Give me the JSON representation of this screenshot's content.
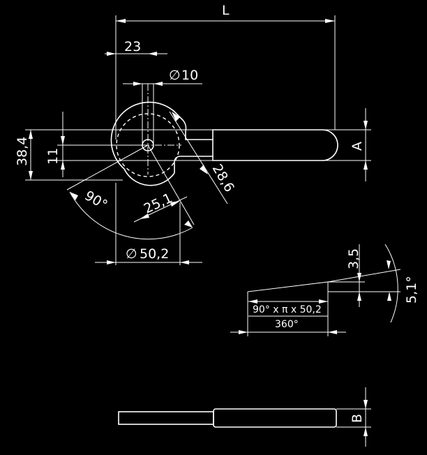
{
  "dimensions": {
    "length_label": "L",
    "offset_23": "23",
    "hole_diameter": "10",
    "height_38_4": "38,4",
    "height_11": "11",
    "radius_28_6": "28,6",
    "angle_90": "90°",
    "length_25_1": "25,1",
    "diameter_50_2": "50,2",
    "thickness_a": "A",
    "thickness_b": "B",
    "rise_3_5": "3,5",
    "angle_5_1": "5,1°"
  },
  "formula": {
    "numerator": "90° x π x 50,2",
    "denominator": "360°"
  },
  "symbols": {
    "diameter_symbol": "∅"
  }
}
